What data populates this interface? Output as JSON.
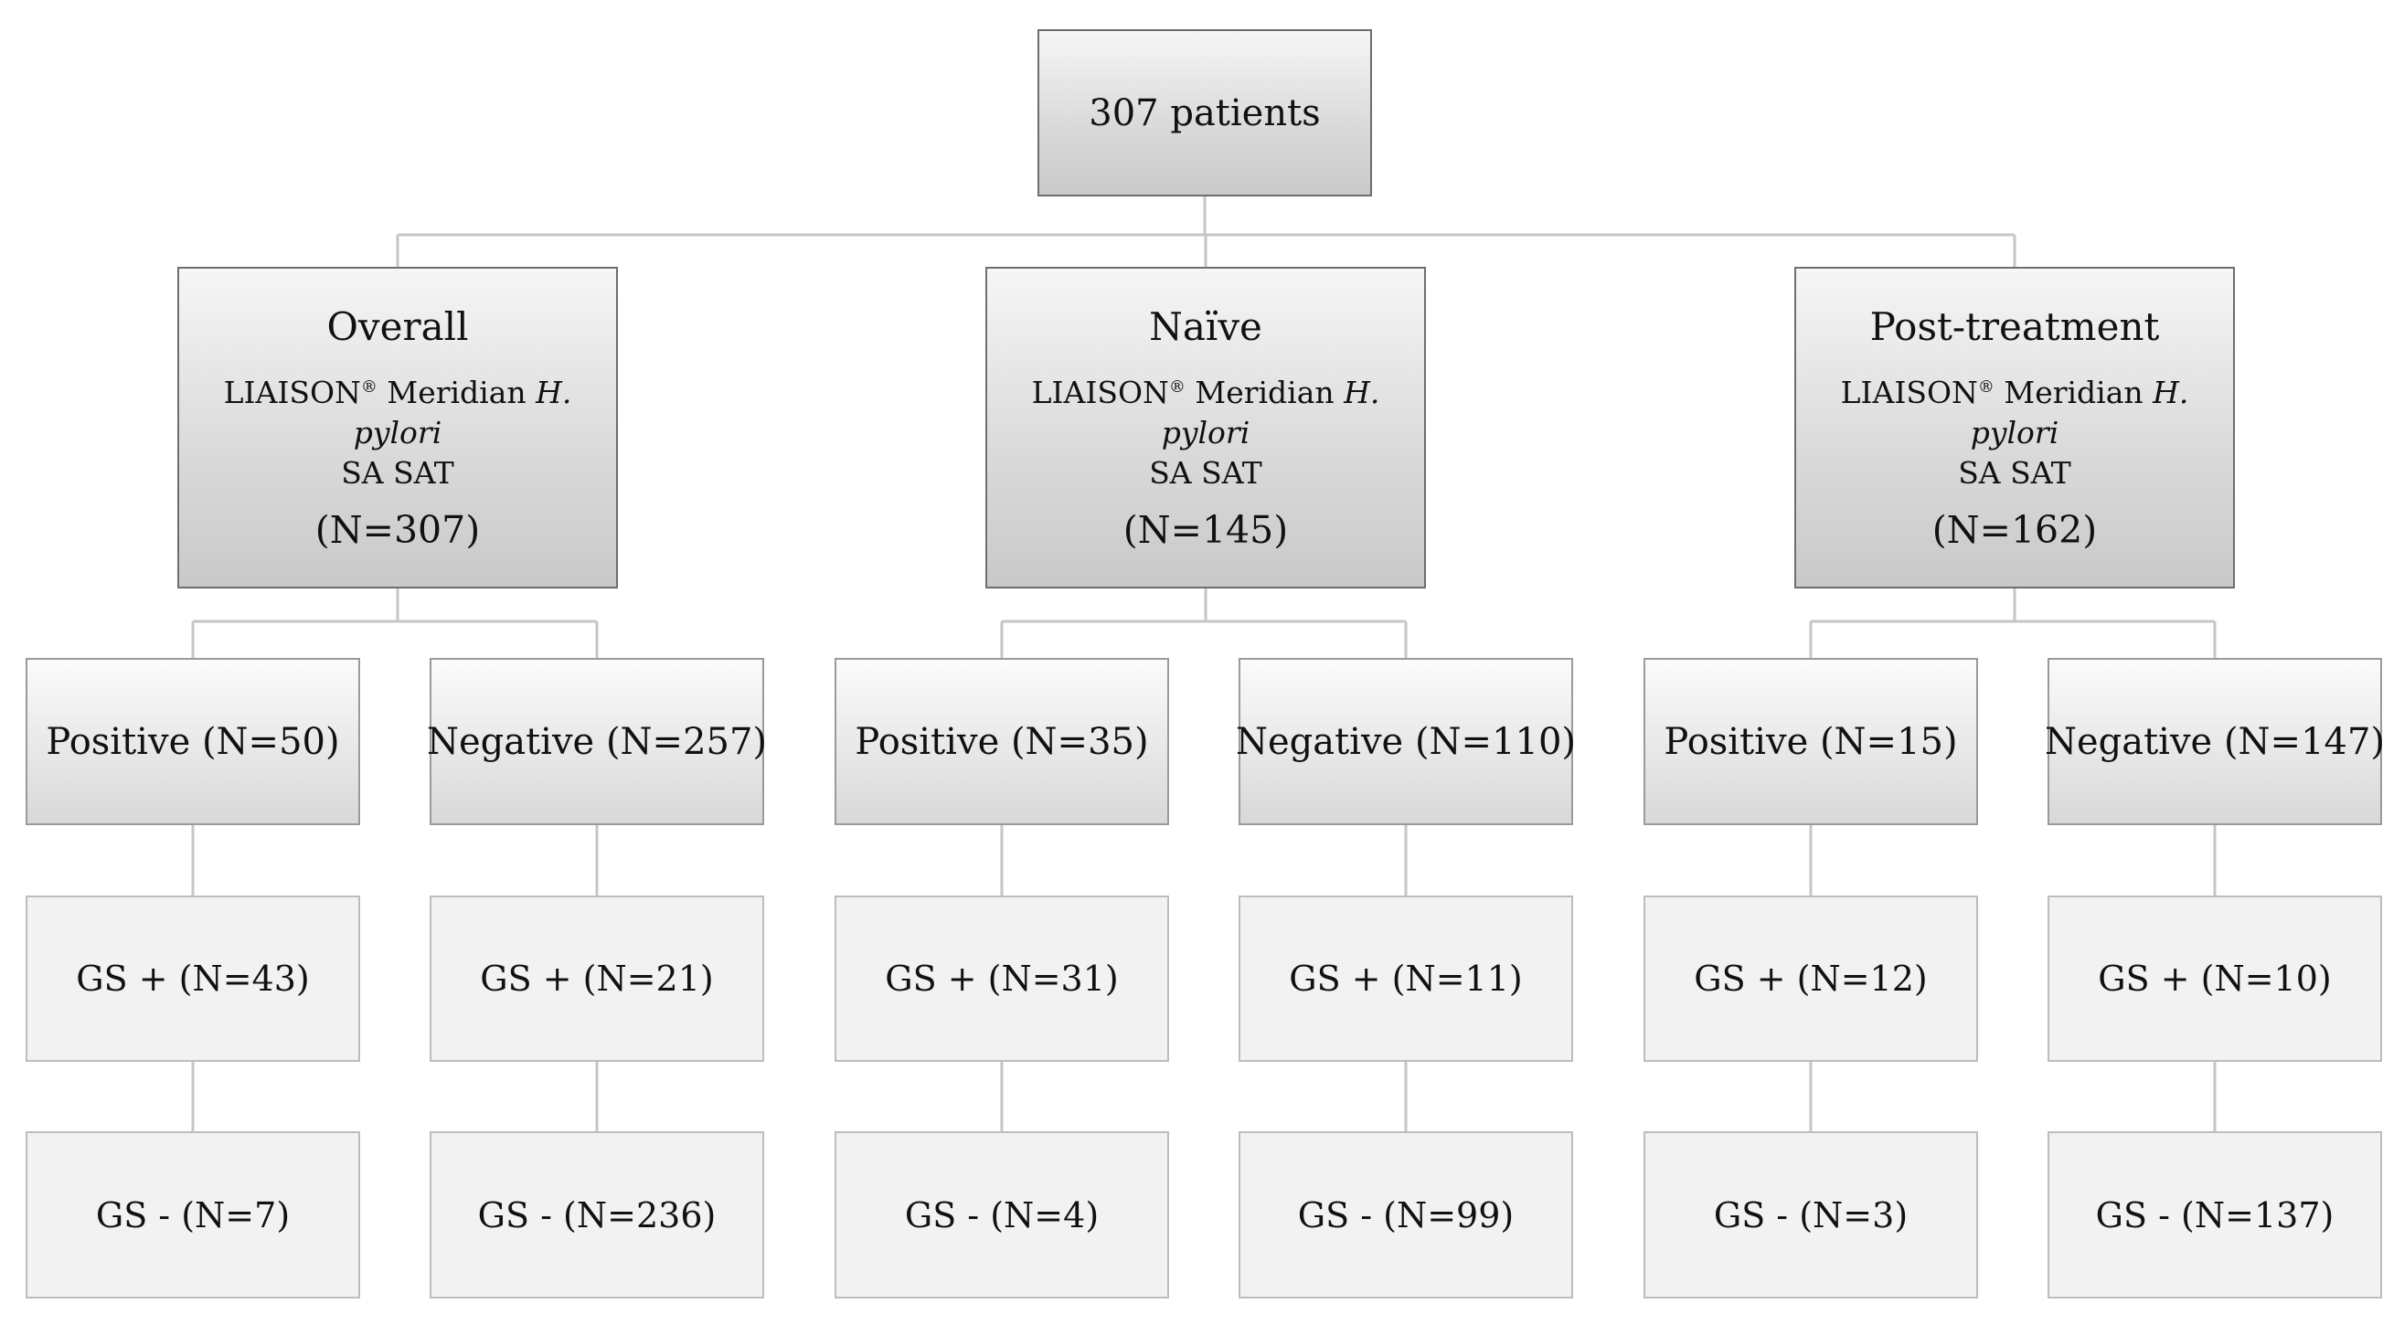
{
  "root": {
    "label": "307 patients"
  },
  "assay": {
    "prefix": "LIAISON",
    "reg": "®",
    "brand": " Meridian ",
    "organism": "H. pylori",
    "line2": "SA SAT"
  },
  "groups": [
    {
      "title": "Overall",
      "n": "(N=307)",
      "positive": {
        "label": "Positive (N=50)",
        "gs_pos": "GS + (N=43)",
        "gs_neg": "GS - (N=7)"
      },
      "negative": {
        "label": "Negative (N=257)",
        "gs_pos": "GS + (N=21)",
        "gs_neg": "GS - (N=236)"
      }
    },
    {
      "title": "Naïve",
      "n": "(N=145)",
      "positive": {
        "label": "Positive (N=35)",
        "gs_pos": "GS + (N=31)",
        "gs_neg": "GS - (N=4)"
      },
      "negative": {
        "label": "Negative (N=110)",
        "gs_pos": "GS + (N=11)",
        "gs_neg": "GS - (N=99)"
      }
    },
    {
      "title": "Post-treatment",
      "n": "(N=162)",
      "positive": {
        "label": "Positive (N=15)",
        "gs_pos": "GS + (N=12)",
        "gs_neg": "GS - (N=3)"
      },
      "negative": {
        "label": "Negative (N=147)",
        "gs_pos": "GS + (N=10)",
        "gs_neg": "GS - (N=137)"
      }
    }
  ]
}
